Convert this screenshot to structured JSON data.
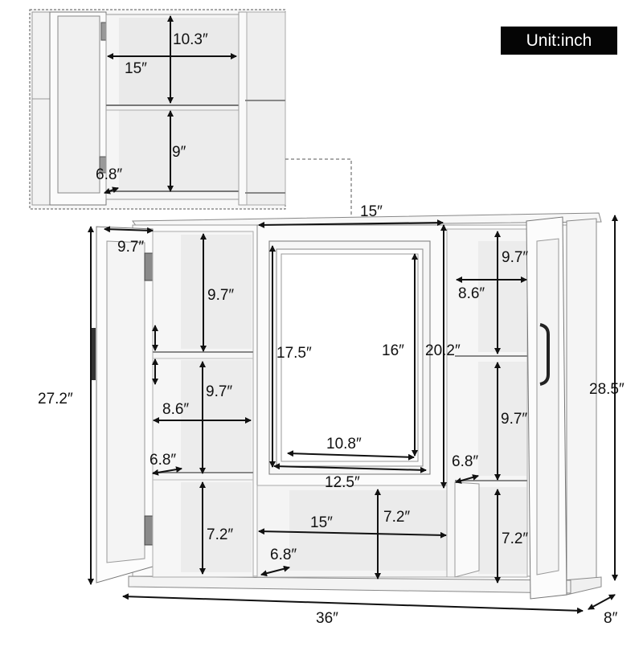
{
  "unit_badge": {
    "label": "Unit:inch",
    "bg": "#050505",
    "fg": "#ffffff"
  },
  "inset_detail": {
    "description": "Zoomed interior view of left compartment with door open",
    "labels": {
      "height_upper": "10.3″",
      "width": "15″",
      "height_lower": "9″",
      "depth": "6.8″"
    }
  },
  "cabinet": {
    "overall": {
      "width": "36″",
      "depth": "8″",
      "height_total": "28.5″",
      "height_body": "27.2″"
    },
    "left_compartment": {
      "door_width": "9.7″",
      "upper_shelf_height": "9.7″",
      "middle_shelf_height": "9.7″",
      "shelf_width": "8.6″",
      "shelf_depth": "6.8″",
      "bottom_height": "7.2″"
    },
    "center_mirror": {
      "top_width": "15″",
      "frame_height": "17.5″",
      "glass_height": "16″",
      "door_height": "20.2″",
      "glass_width": "10.8″",
      "frame_width": "12.5″"
    },
    "center_open_shelf": {
      "width": "15″",
      "height": "7.2″",
      "depth": "6.8″"
    },
    "right_compartment": {
      "upper_shelf_height": "9.7″",
      "shelf_width": "8.6″",
      "middle_shelf_height": "9.7″",
      "shelf_depth": "6.8″",
      "bottom_height": "7.2″"
    }
  },
  "colors": {
    "line": "#111111",
    "panel": "#f4f4f4",
    "shade": "#e6e6e6",
    "dash": "#555555"
  }
}
